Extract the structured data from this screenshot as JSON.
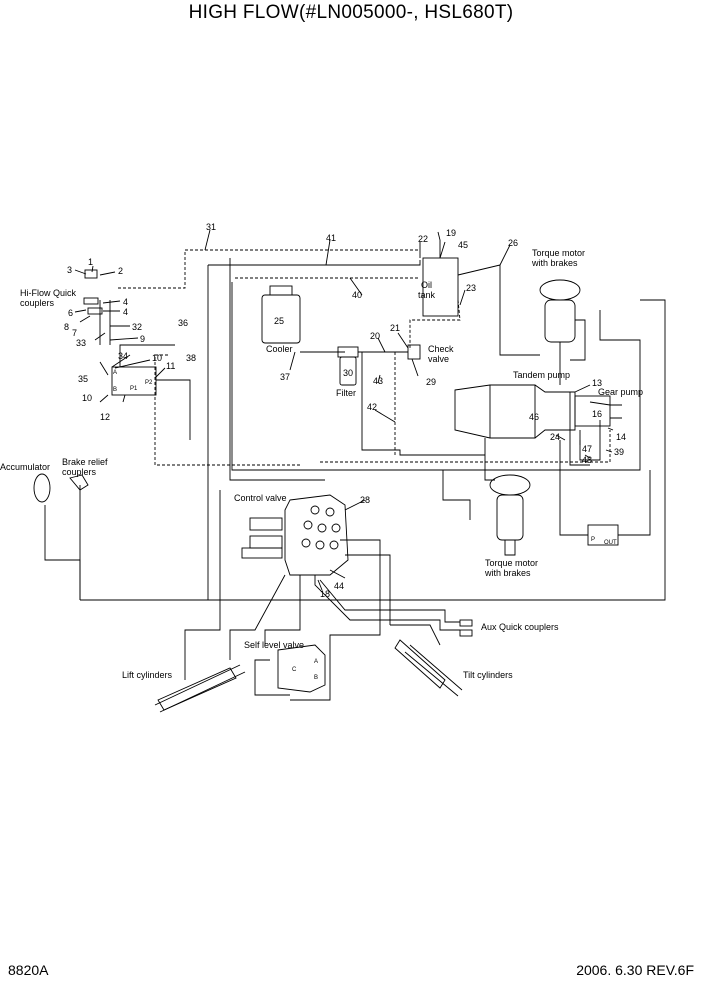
{
  "title": "HIGH FLOW(#LN005000-, HSL680T)",
  "footer": {
    "code": "8820A",
    "date_rev": "2006. 6.30  REV.6F"
  },
  "labels": {
    "hiflow": "Hi-Flow Quick\ncouplers",
    "oil_tank": "Oil\ntank",
    "torque_top": "Torque motor\nwith brakes",
    "torque_bottom": "Torque motor\nwith brakes",
    "cooler": "Cooler",
    "filter": "Filter",
    "check_valve": "Check\nvalve",
    "tandem_pump": "Tandem pump",
    "gear_pump": "Gear pump",
    "accumulator": "Accumulator",
    "brake_relief": "Brake relief\ncouplers",
    "control_valve": "Control valve",
    "self_level": "Self level valve",
    "aux_quick": "Aux Quick couplers",
    "lift_cyl": "Lift cylinders",
    "tilt_cyl": "Tilt cylinders"
  },
  "port_letters": {
    "A": "A",
    "B": "B",
    "P1": "P1",
    "P2": "P2",
    "C": "C",
    "P": "P",
    "OUT": "OUT"
  },
  "callouts": [
    "1",
    "2",
    "3",
    "4",
    "4",
    "6",
    "8",
    "7",
    "32",
    "33",
    "9",
    "36",
    "34",
    "10",
    "35",
    "11",
    "38",
    "10",
    "12",
    "31",
    "41",
    "40",
    "22",
    "19",
    "45",
    "26",
    "23",
    "25",
    "37",
    "30",
    "20",
    "21",
    "29",
    "43",
    "42",
    "13",
    "46",
    "16",
    "14",
    "24",
    "47",
    "48",
    "39",
    "28",
    "44",
    "18"
  ]
}
